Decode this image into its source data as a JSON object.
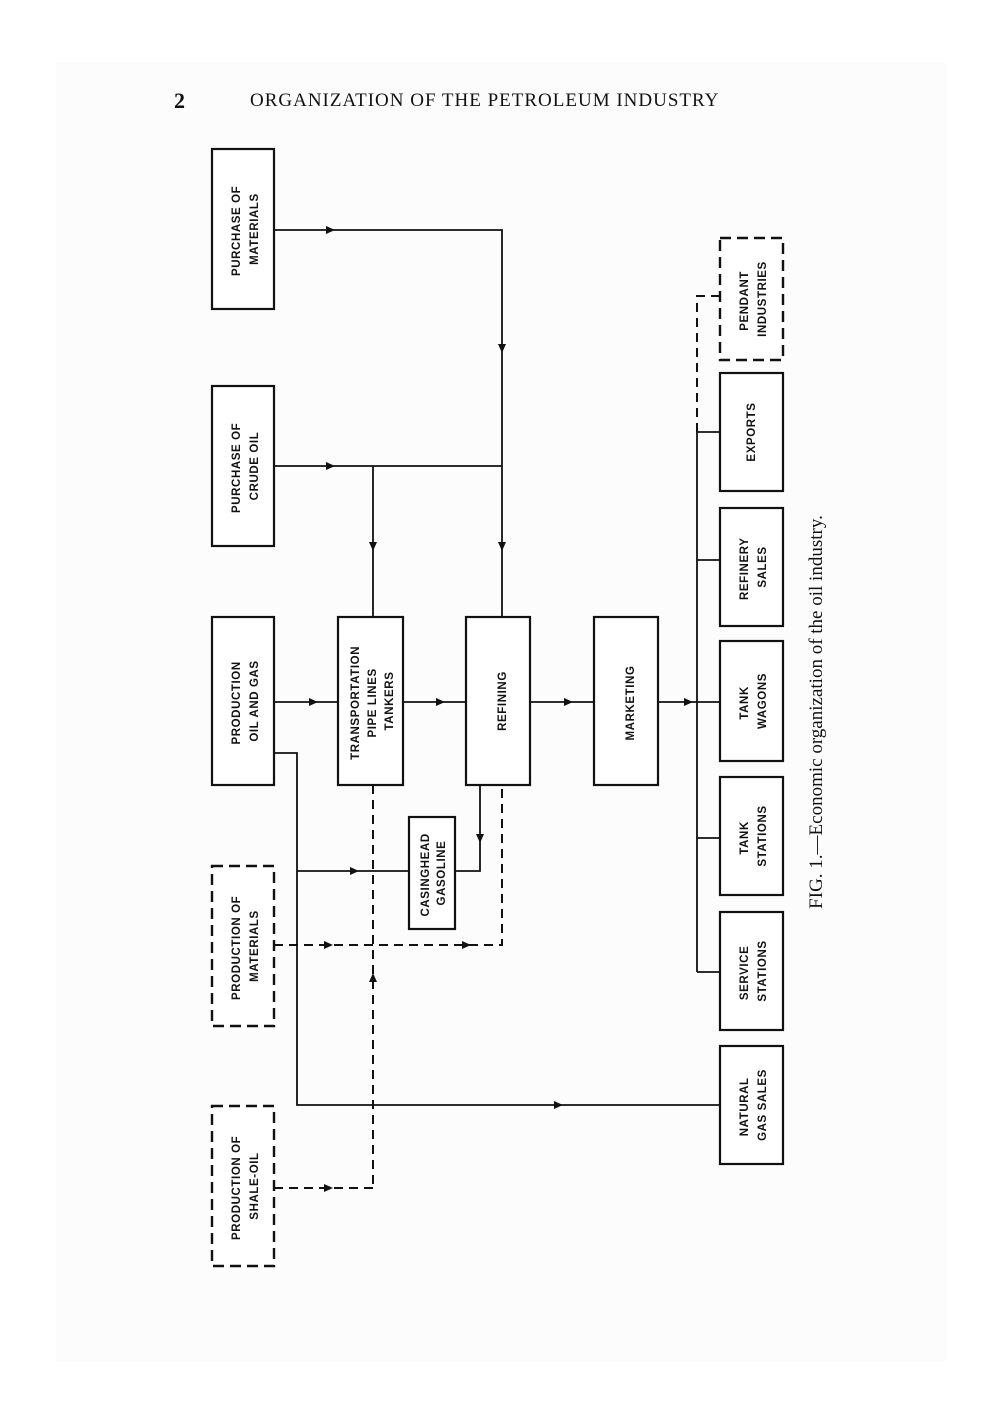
{
  "header": {
    "page_number": "2",
    "running_head": "ORGANIZATION OF THE PETROLEUM INDUSTRY"
  },
  "diagram": {
    "boxes": {
      "purchase_materials": [
        "PURCHASE OF",
        "MATERIALS"
      ],
      "purchase_crude": [
        "PURCHASE OF",
        "CRUDE OIL"
      ],
      "production_oil_gas": [
        "PRODUCTION",
        "OIL AND GAS"
      ],
      "production_materials": [
        "PRODUCTION OF",
        "MATERIALS"
      ],
      "production_shale": [
        "PRODUCTION OF",
        "SHALE-OIL"
      ],
      "transportation": [
        "TRANSPORTATION",
        "PIPE LINES",
        "TANKERS"
      ],
      "casinghead": [
        "CASINGHEAD",
        "GASOLINE"
      ],
      "refining": [
        "REFINING"
      ],
      "marketing": [
        "MARKETING"
      ],
      "pendant": [
        "PENDANT",
        "INDUSTRIES"
      ],
      "exports": [
        "EXPORTS"
      ],
      "refinery_sales": [
        "REFINERY",
        "SALES"
      ],
      "tank_wagons": [
        "TANK",
        "WAGONS"
      ],
      "tank_stations": [
        "TANK",
        "STATIONS"
      ],
      "service_stations": [
        "SERVICE",
        "STATIONS"
      ],
      "natural_gas_sales": [
        "NATURAL",
        "GAS SALES"
      ]
    }
  },
  "caption": {
    "fig": "FIG. 1.",
    "text": "—Economic organization of the oil industry."
  }
}
